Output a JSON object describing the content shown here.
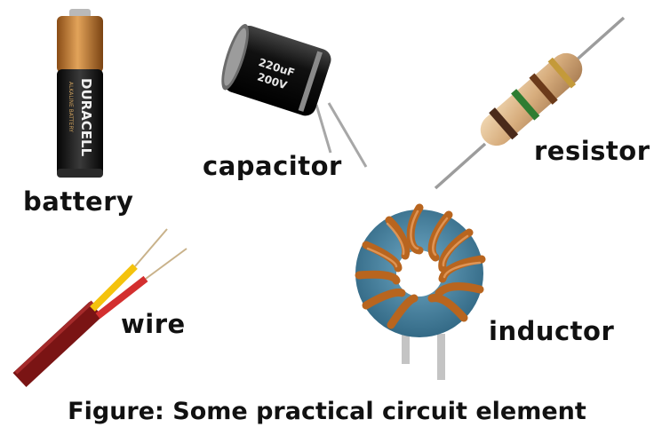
{
  "components": {
    "battery": {
      "label": "battery",
      "brand_text": "DURACELL",
      "sub_text": "ALKALINE BATTERY",
      "colors": {
        "copper": "#c97a2c",
        "body": "#1b1b1b"
      }
    },
    "capacitor": {
      "label": "capacitor",
      "rating_text": "220uF",
      "voltage_text": "200V",
      "colors": {
        "body": "#161616"
      }
    },
    "resistor": {
      "label": "resistor",
      "colors": {
        "body": "#d8b48a",
        "band_1": "#4a2a1a",
        "band_2": "#2e7d32",
        "band_3": "#7a1a1a"
      }
    },
    "wire": {
      "label": "wire",
      "colors": {
        "jacket": "#8b1a1a",
        "red_conductor": "#d32f2f",
        "yellow_conductor": "#f4c20d"
      }
    },
    "inductor": {
      "label": "inductor",
      "colors": {
        "core": "#3f7f9f",
        "winding": "#b8651f"
      }
    }
  },
  "caption": "Figure: Some practical circuit element"
}
